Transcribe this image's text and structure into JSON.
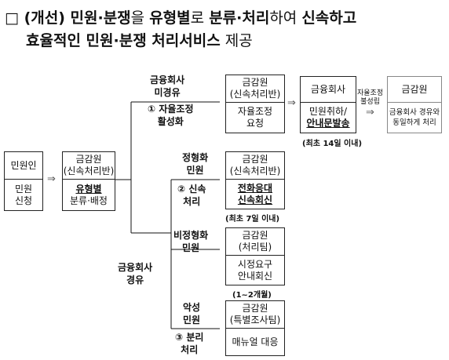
{
  "title": {
    "checkbox": "□",
    "line1_a": "(개선) 민원·분쟁",
    "line1_b": "을 ",
    "line1_c": "유형별",
    "line1_d": "로 ",
    "line1_e": "분류·처리",
    "line1_f": "하여 ",
    "line1_g": "신속하고",
    "line2_a": "효율적인 민원·분쟁 처리서비스",
    "line2_b": " 제공"
  },
  "complainant": {
    "head": "민원인",
    "body1": "민원",
    "body2": "신청"
  },
  "fss_classify": {
    "head1": "금감원",
    "head2": "(신속처리반)",
    "body1": "유형별",
    "body2": "분류·배정"
  },
  "label_via_fin_co": {
    "line1": "금융회사",
    "line2": "경유"
  },
  "branch1": {
    "label_top1": "금융회사",
    "label_top2": "미경유",
    "label_a": "① 자율조정",
    "label_b": "활성화",
    "fss_head1": "금감원",
    "fss_head2": "(신속처리반)",
    "fss_body1": "자율조정",
    "fss_body2": "요청",
    "fin_head": "금융회사",
    "fin_body1": "민원취하/",
    "fin_body2": "안내문발송",
    "note": "(최초 14일 이내)",
    "fail_label1": "자율조정",
    "fail_label2": "불성립",
    "end_head": "금감원",
    "end_body1": "금융회사 경유와",
    "end_body2": "동일하게 처리"
  },
  "branch2": {
    "formal_label1": "정형화",
    "formal_label2": "민원",
    "fast_label1": "② 신속",
    "fast_label2": "처리",
    "formal_head1": "금감원",
    "formal_head2": "(신속처리반)",
    "formal_body1": "전화응대",
    "formal_body2": "신속회신",
    "formal_note": "(최초 7일 이내)",
    "informal_label1": "비정형화",
    "informal_label2": "민원",
    "informal_head1": "금감원",
    "informal_head2": "(처리팀)",
    "informal_body1": "시정요구",
    "informal_body2": "안내회신",
    "informal_note": "(1~2개월)"
  },
  "branch3": {
    "label1": "악성",
    "label2": "민원",
    "label3": "③ 분리",
    "label4": "처리",
    "head1": "금감원",
    "head2": "(특별조사팀)",
    "body": "매뉴얼 대응"
  },
  "arrows": {
    "hollow_arrow": "⇒",
    "thin_arrow": "⇒"
  }
}
